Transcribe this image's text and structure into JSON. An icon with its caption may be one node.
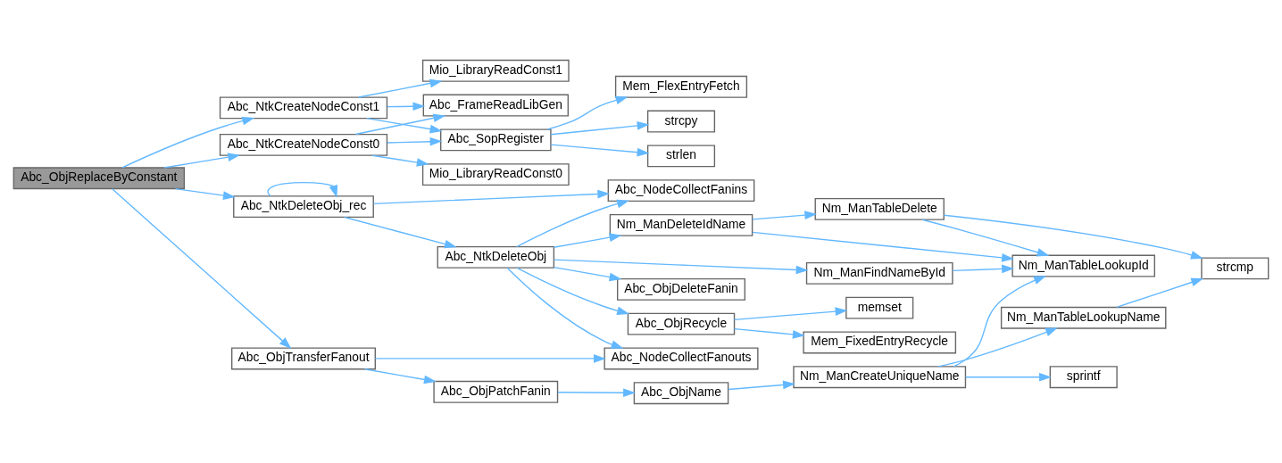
{
  "diagram": {
    "nodes": [
      {
        "text": [
          "Abc_ObjReplaceByConstant"
        ]
      },
      {
        "text": [
          "Abc_NtkCreateNodeConst1"
        ]
      },
      {
        "text": [
          "Mio_LibraryReadConst1"
        ]
      },
      {
        "text": [
          "Abc_FrameReadLibGen"
        ]
      },
      {
        "text": [
          "Abc_SopRegister"
        ]
      },
      {
        "text": [
          "Mem_FlexEntryFetch"
        ]
      },
      {
        "text": [
          "strcpy"
        ]
      },
      {
        "text": [
          "strlen"
        ]
      },
      {
        "text": [
          "Abc_NtkCreateNodeConst0"
        ]
      },
      {
        "text": [
          "Mio_LibraryReadConst0"
        ]
      },
      {
        "text": [
          "Abc_NtkDeleteObj_rec"
        ]
      },
      {
        "text": [
          "Abc_NodeCollectFanins"
        ]
      },
      {
        "text": [
          "Abc_NtkDeleteObj"
        ]
      },
      {
        "text": [
          "Abc_ObjDeleteFanin"
        ]
      },
      {
        "text": [
          "Abc_ObjRecycle"
        ]
      },
      {
        "text": [
          "memset"
        ]
      },
      {
        "text": [
          "Mem_FixedEntryRecycle"
        ]
      },
      {
        "text": [
          "Nm_ManDeleteIdName"
        ]
      },
      {
        "text": [
          "Nm_ManTableDelete"
        ]
      },
      {
        "text": [
          "Nm_ManTableLookupId"
        ]
      },
      {
        "text": [
          "strcmp"
        ]
      },
      {
        "text": [
          "Abc_NodeCollectFanouts"
        ]
      },
      {
        "text": [
          "Nm_ManFindNameById"
        ]
      },
      {
        "text": [
          "Nm_ManTableLookupName"
        ]
      },
      {
        "text": [
          "Abc_ObjTransferFanout"
        ]
      },
      {
        "text": [
          "Abc_ObjPatchFanin"
        ]
      },
      {
        "text": [
          "Abc_ObjName"
        ]
      },
      {
        "text": [
          "Nm_ManCreateUniqueName"
        ]
      },
      {
        "text": [
          "sprintf"
        ]
      }
    ],
    "edges": [
      {
        "from": 0,
        "to": 1,
        "arrow": "to"
      },
      {
        "from": 0,
        "to": 8,
        "arrow": "to"
      },
      {
        "from": 0,
        "to": 10,
        "arrow": "to"
      },
      {
        "from": 0,
        "to": 24,
        "arrow": "to"
      },
      {
        "from": 1,
        "to": 2,
        "arrow": "to"
      },
      {
        "from": 1,
        "to": 3,
        "arrow": "to"
      },
      {
        "from": 1,
        "to": 4,
        "arrow": "to"
      },
      {
        "from": 8,
        "to": 3,
        "arrow": "to"
      },
      {
        "from": 8,
        "to": 4,
        "arrow": "to"
      },
      {
        "from": 8,
        "to": 9,
        "arrow": "to"
      },
      {
        "from": 4,
        "to": 5,
        "arrow": "to"
      },
      {
        "from": 4,
        "to": 6,
        "arrow": "to"
      },
      {
        "from": 4,
        "to": 7,
        "arrow": "to"
      },
      {
        "from": 10,
        "to": 10,
        "arrow": "to"
      },
      {
        "from": 10,
        "to": 11,
        "arrow": "to"
      },
      {
        "from": 10,
        "to": 12,
        "arrow": "to"
      },
      {
        "from": 12,
        "to": 11,
        "arrow": "to"
      },
      {
        "from": 12,
        "to": 13,
        "arrow": "to"
      },
      {
        "from": 12,
        "to": 14,
        "arrow": "to"
      },
      {
        "from": 12,
        "to": 17,
        "arrow": "to"
      },
      {
        "from": 12,
        "to": 21,
        "arrow": "to"
      },
      {
        "from": 12,
        "to": 22,
        "arrow": "to"
      },
      {
        "from": 14,
        "to": 15,
        "arrow": "to"
      },
      {
        "from": 14,
        "to": 16,
        "arrow": "to"
      },
      {
        "from": 17,
        "to": 18,
        "arrow": "to"
      },
      {
        "from": 17,
        "to": 19,
        "arrow": "to"
      },
      {
        "from": 18,
        "to": 19,
        "arrow": "to"
      },
      {
        "from": 18,
        "to": 20,
        "arrow": "to"
      },
      {
        "from": 22,
        "to": 19,
        "arrow": "to"
      },
      {
        "from": 23,
        "to": 20,
        "arrow": "to"
      },
      {
        "from": 24,
        "to": 21,
        "arrow": "to"
      },
      {
        "from": 24,
        "to": 25,
        "arrow": "to"
      },
      {
        "from": 25,
        "to": 26,
        "arrow": "to"
      },
      {
        "from": 26,
        "to": 27,
        "arrow": "to"
      },
      {
        "from": 27,
        "to": 19,
        "arrow": "to"
      },
      {
        "from": 27,
        "to": 23,
        "arrow": "to"
      },
      {
        "from": 27,
        "to": 28,
        "arrow": "to"
      }
    ]
  }
}
